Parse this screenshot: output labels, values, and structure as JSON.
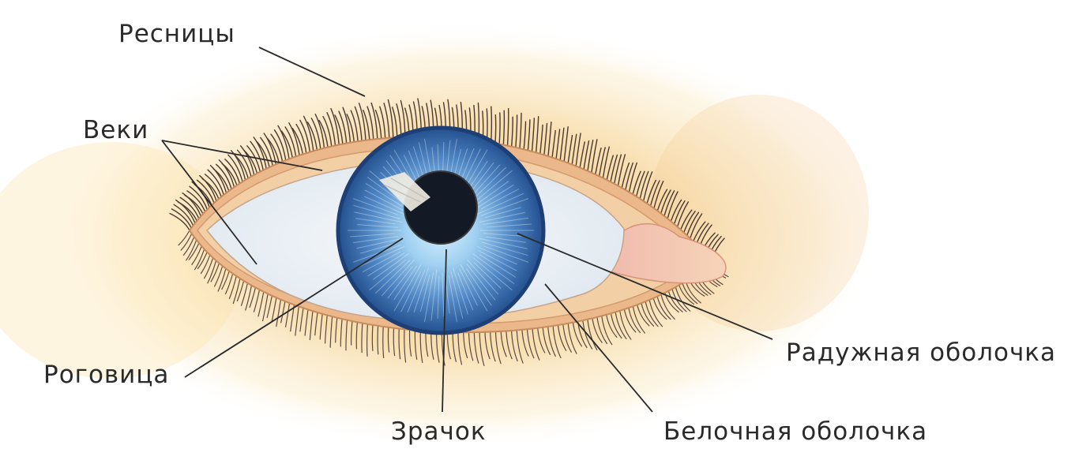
{
  "labels": {
    "eyelashes": "Ресницы",
    "eyelids": "Веки",
    "cornea": "Роговица",
    "pupil": "Зрачок",
    "iris": "Радужная оболочка",
    "sclera": "Белочная оболочка"
  },
  "colors": {
    "background": "#ffffff",
    "skin_glow": "#f6cf86",
    "skin_edge": "#f7e9c8",
    "eyelid": "#e9b889",
    "sclera": "#eef3f8",
    "iris_outer": "#2f5f9f",
    "iris_inner": "#9fd0f1",
    "pupil": "#131a26",
    "caruncle": "#f1b6a6",
    "lashes": "#4a3a32",
    "leader_lines": "#2a2a2a"
  }
}
